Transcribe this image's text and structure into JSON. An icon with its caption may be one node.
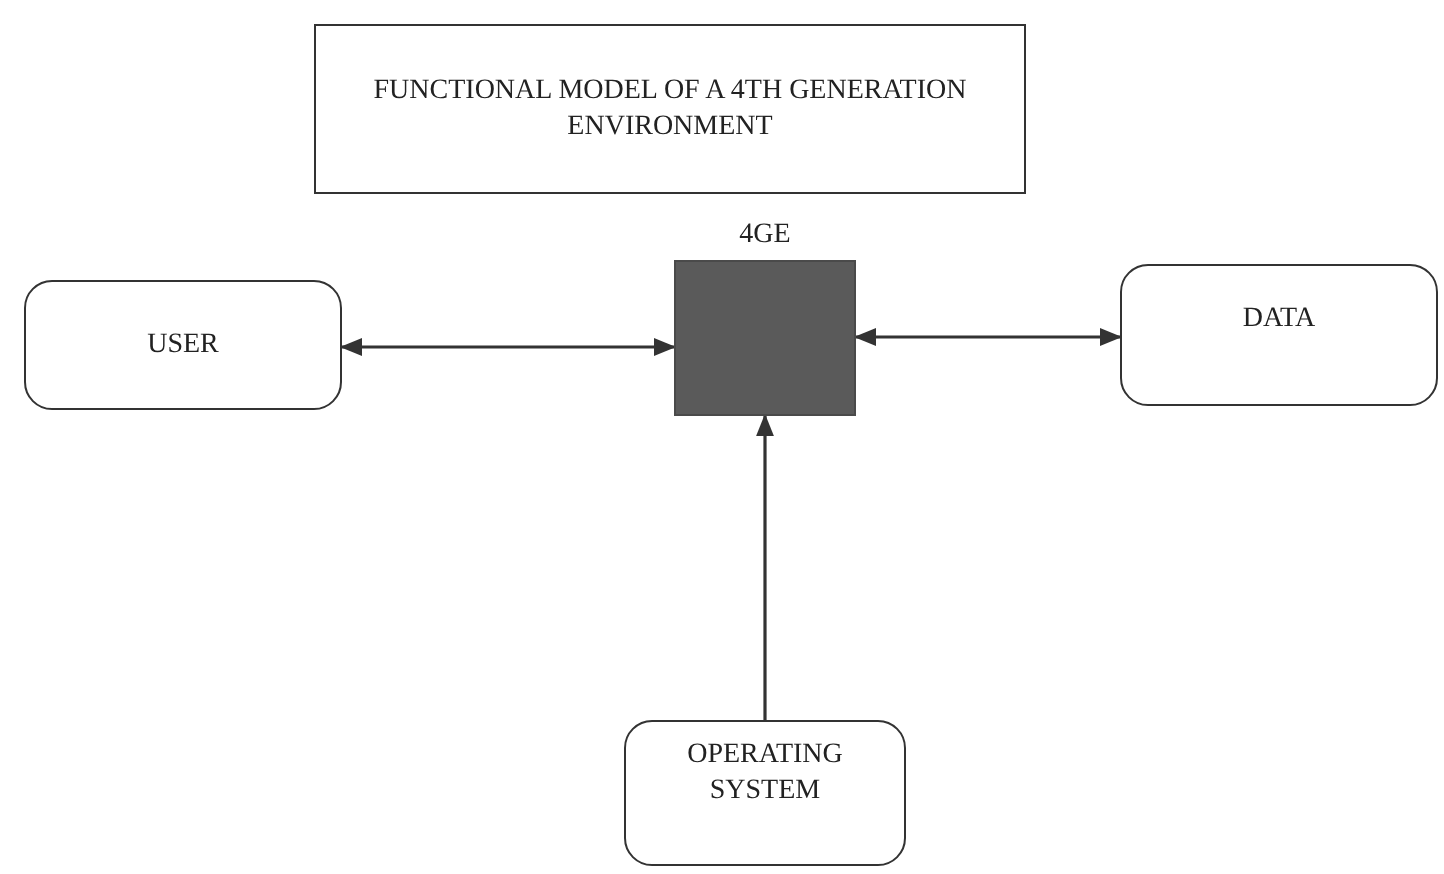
{
  "diagram": {
    "nodes": [
      {
        "text": [
          "FUNCTIONAL MODEL OF A 4TH GENERATION ENVIRONMENT"
        ]
      },
      {
        "text": [
          "USER"
        ]
      },
      {
        "text": [
          "4GE"
        ]
      },
      {
        "text": [
          "DATA"
        ]
      },
      {
        "text": [
          "OPERATING SYSTEM"
        ]
      }
    ],
    "edges": [
      {
        "from": 1,
        "to": 2,
        "arrow": "both"
      },
      {
        "from": 2,
        "to": 3,
        "arrow": "both"
      },
      {
        "from": 4,
        "to": 2,
        "arrow": "to"
      }
    ]
  }
}
